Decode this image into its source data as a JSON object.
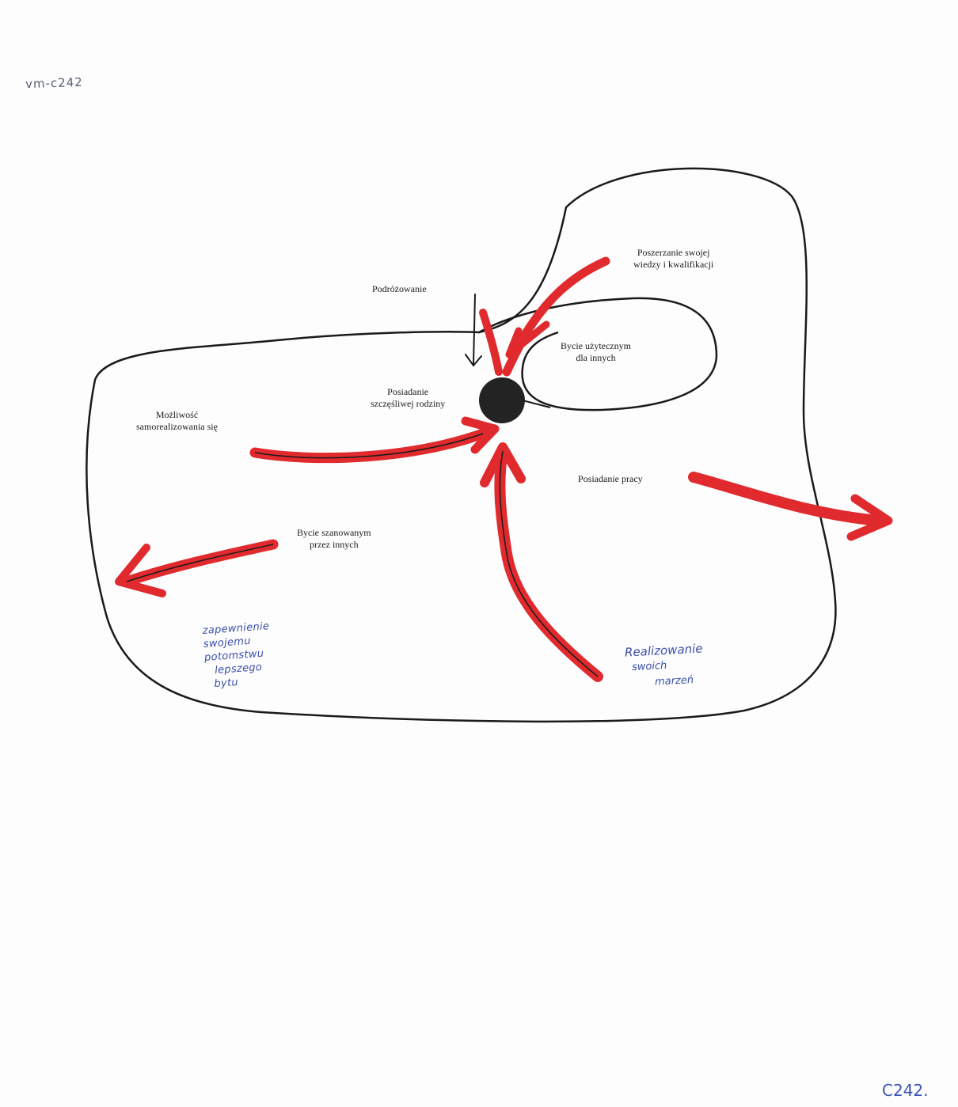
{
  "header": {
    "code_mark": "vm-c242"
  },
  "nodes": {
    "podrozowanie": "Podróżowanie",
    "poszerzanie": [
      "Poszerzanie swojej",
      "wiedzy i kwalifikacji"
    ],
    "bycie_uzytecznym": [
      "Bycie użytecznym",
      "dla innych"
    ],
    "posiadanie_rodziny": [
      "Posiadanie",
      "szczęśliwej rodziny"
    ],
    "mozliwosc": [
      "Możliwość",
      "samorealizowania się"
    ],
    "posiadanie_pracy": "Posiadanie pracy",
    "bycie_szanowanym": [
      "Bycie szanowanym",
      "przez innych"
    ]
  },
  "handwritten": {
    "left_note": [
      "zapewnienie",
      "swojemu",
      "potomstwu",
      "lepszego",
      "bytu"
    ],
    "right_note": [
      "Realizowanie",
      "swoich",
      "marzeń"
    ]
  },
  "footer": {
    "code_mark": "C242."
  },
  "colors": {
    "outline": "#1a1a1a",
    "arrow_red": "#e02a2e",
    "center_dot": "#232323",
    "ink_blue": "#3a4fa8"
  }
}
